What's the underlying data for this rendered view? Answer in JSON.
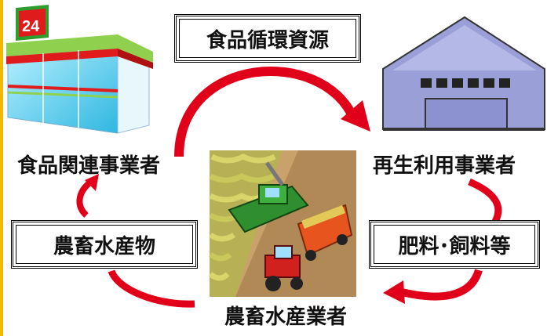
{
  "cycle_title": "食品循環資源",
  "nodes": {
    "food_business": "食品関連事業者",
    "recycler": "再生利用事業者",
    "farmer": "農畜水産業者"
  },
  "flows": {
    "fertilizer_feed": "肥料･飼料等",
    "agri_products": "農畜水産物"
  },
  "store_sign": "24",
  "colors": {
    "arrow": "#e0001a",
    "arrow_dark": "#a8000f",
    "warehouse": "#9a9fd8",
    "accent_bar": "#f2b800"
  }
}
